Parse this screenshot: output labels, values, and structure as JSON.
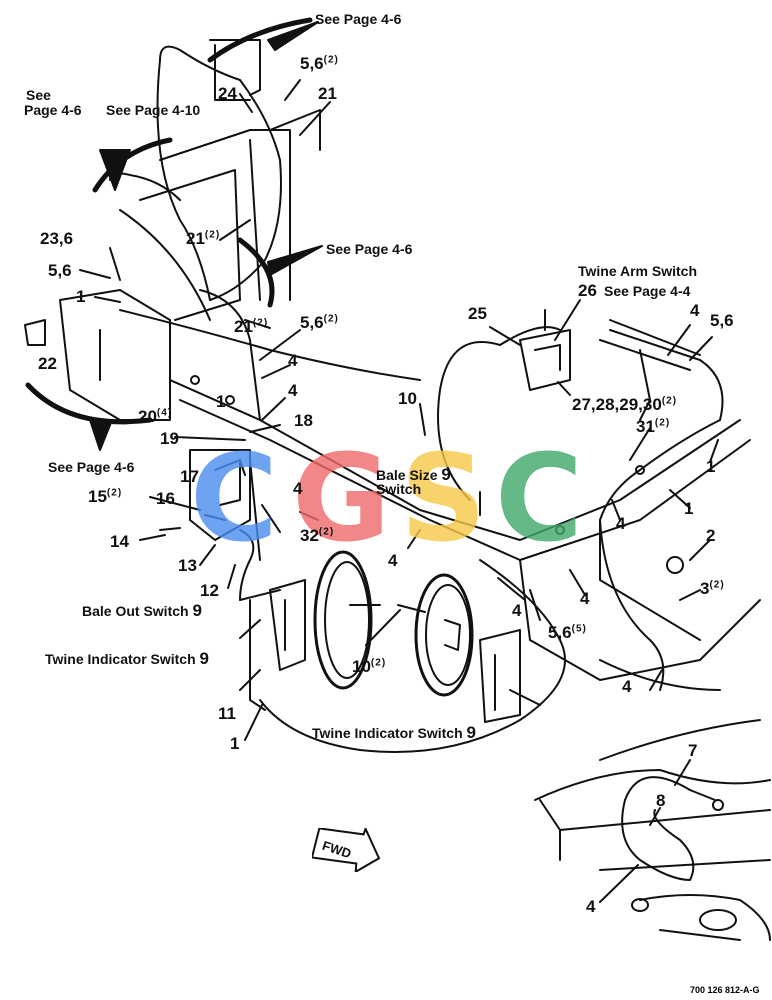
{
  "callouts": {
    "see46_top": "See Page 4-6",
    "see46_left_a": "See",
    "see46_left_b": "Page 4-6",
    "see410": "See Page 4-10",
    "see46_mid": "See Page 4-6",
    "see46_lower": "See Page 4-6",
    "n24": "24",
    "n56_top": "5,6",
    "q2_a": "(2)",
    "n21_top": "21",
    "n21_mid": "21",
    "q2_b": "(2)",
    "n236": "23,6",
    "n56_left": "5,6",
    "n1_left": "1",
    "n22": "22",
    "n21_low": "21",
    "q2_c": "(2)",
    "n56_mid": "5,6",
    "q2_d": "(2)",
    "n4_a": "4",
    "n4_b": "4",
    "n1_mid": "1",
    "n20": "20",
    "q4": "(4)",
    "n18": "18",
    "n19": "19",
    "n17": "17",
    "n4_c": "4",
    "n15": "15",
    "q2_e": "(2)",
    "n16": "16",
    "n14": "14",
    "n13": "13",
    "n32": "32",
    "q2_f": "(2)",
    "n12": "12",
    "bale_out": "Bale Out Switch",
    "n9_a": "9",
    "twine_ind_a": "Twine Indicator Switch",
    "n9_b": "9",
    "n11": "11",
    "n1_low": "1",
    "twine_ind_b": "Twine Indicator Switch",
    "n9_c": "9",
    "n10_mid": "10",
    "q2_g": "(2)",
    "n10_top": "10",
    "bale_size_a": "Bale Size",
    "bale_size_b": "Switch",
    "n9_d": "9",
    "n4_d": "4",
    "n4_e": "4",
    "n25": "25",
    "twine_arm": "Twine Arm Switch",
    "n26": "26",
    "see44": "See Page 4-4",
    "n4_f": "4",
    "n56_right": "5,6",
    "n27": "27,28,29,30",
    "q2_h": "(2)",
    "n31": "31",
    "q2_i": "(2)",
    "n1_r1": "1",
    "n1_r2": "1",
    "n4_g": "4",
    "n2": "2",
    "n3": "3",
    "q2_j": "(2)",
    "n4_h": "4",
    "n4_i": "4",
    "n56_bot": "5,6",
    "q5": "(5)",
    "n4_j": "4",
    "n7": "7",
    "n8": "8",
    "n4_k": "4",
    "fwd": "FWD",
    "drawing_code": "700 126 812-A-G"
  },
  "watermark": {
    "letters": [
      "C",
      "G",
      "S",
      "C"
    ],
    "colors": [
      "#4a8df0",
      "#f06a6a",
      "#f7c948",
      "#3ea86a"
    ]
  },
  "colors": {
    "ink": "#111111",
    "paper": "#ffffff"
  }
}
